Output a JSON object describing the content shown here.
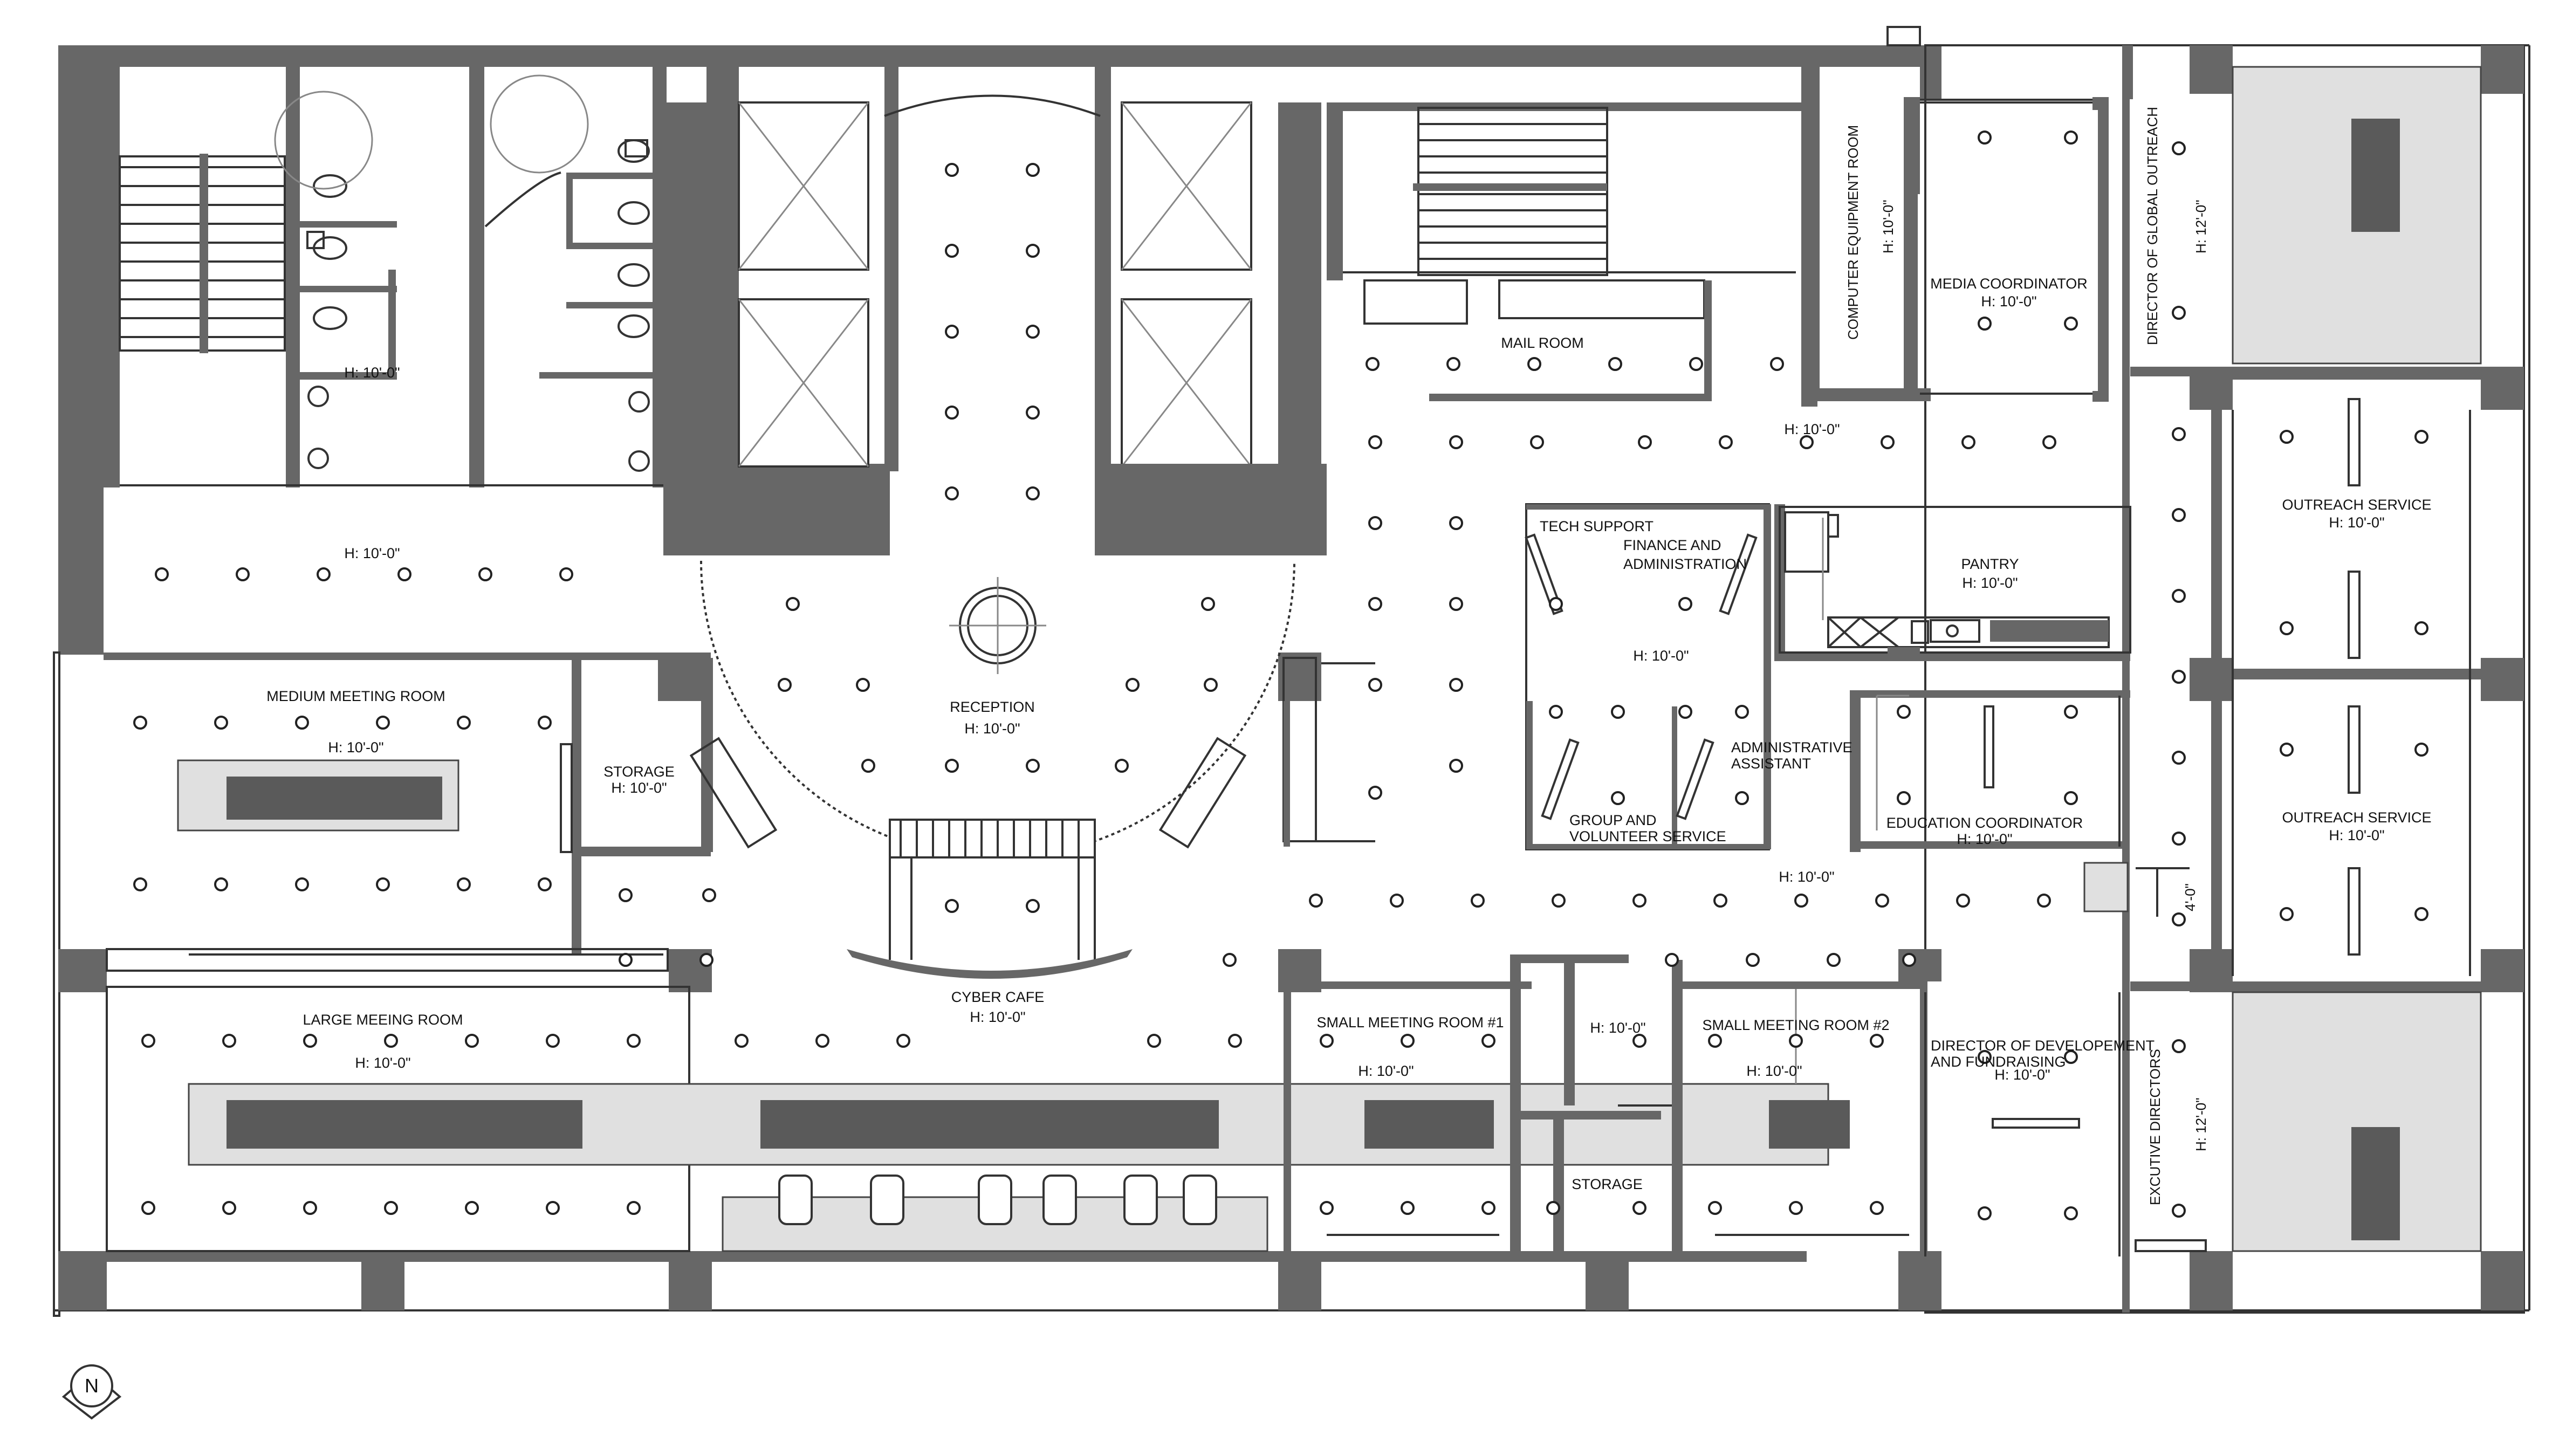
{
  "plan": {
    "rooms": {
      "medium_meeting": "MEDIUM MEETING ROOM",
      "large_meeting": "LARGE MEEING ROOM",
      "storage_a": "STORAGE",
      "reception": "RECEPTION",
      "cyber_cafe": "CYBER CAFE",
      "mail_room": "MAIL ROOM",
      "tech_support": "TECH SUPPORT",
      "finance_1": "FINANCE AND",
      "finance_2": "ADMINISTRATION",
      "pantry": "PANTRY",
      "admin_assist_1": "ADMINISTRATIVE",
      "admin_assist_2": "ASSISTANT",
      "group_vol_1": "GROUP AND",
      "group_vol_2": "VOLUNTEER SERVICE",
      "education": "EDUCATION COORDINATOR",
      "media": "MEDIA COORDINATOR",
      "computer_eq": "COMPUTER EQUIPMENT ROOM",
      "dir_global": "DIRECTOR OF GLOBAL OUTREACH",
      "outreach_1": "OUTREACH SERVICE",
      "outreach_2": "OUTREACH SERVICE",
      "small_meeting_1": "SMALL MEETING ROOM #1",
      "small_meeting_2": "SMALL MEETING ROOM #2",
      "storage_b": "STORAGE",
      "dir_dev_1": "DIRECTOR OF DEVELOPEMENT",
      "dir_dev_2": "AND FUNDRAISING",
      "exec_directors": "EXCUTIVE DIRECTORS"
    },
    "heights": {
      "h10": "H:  10'-0\"",
      "h12": "H:  12'-0\"",
      "dim": "4'-0\""
    },
    "north_label": "N"
  }
}
